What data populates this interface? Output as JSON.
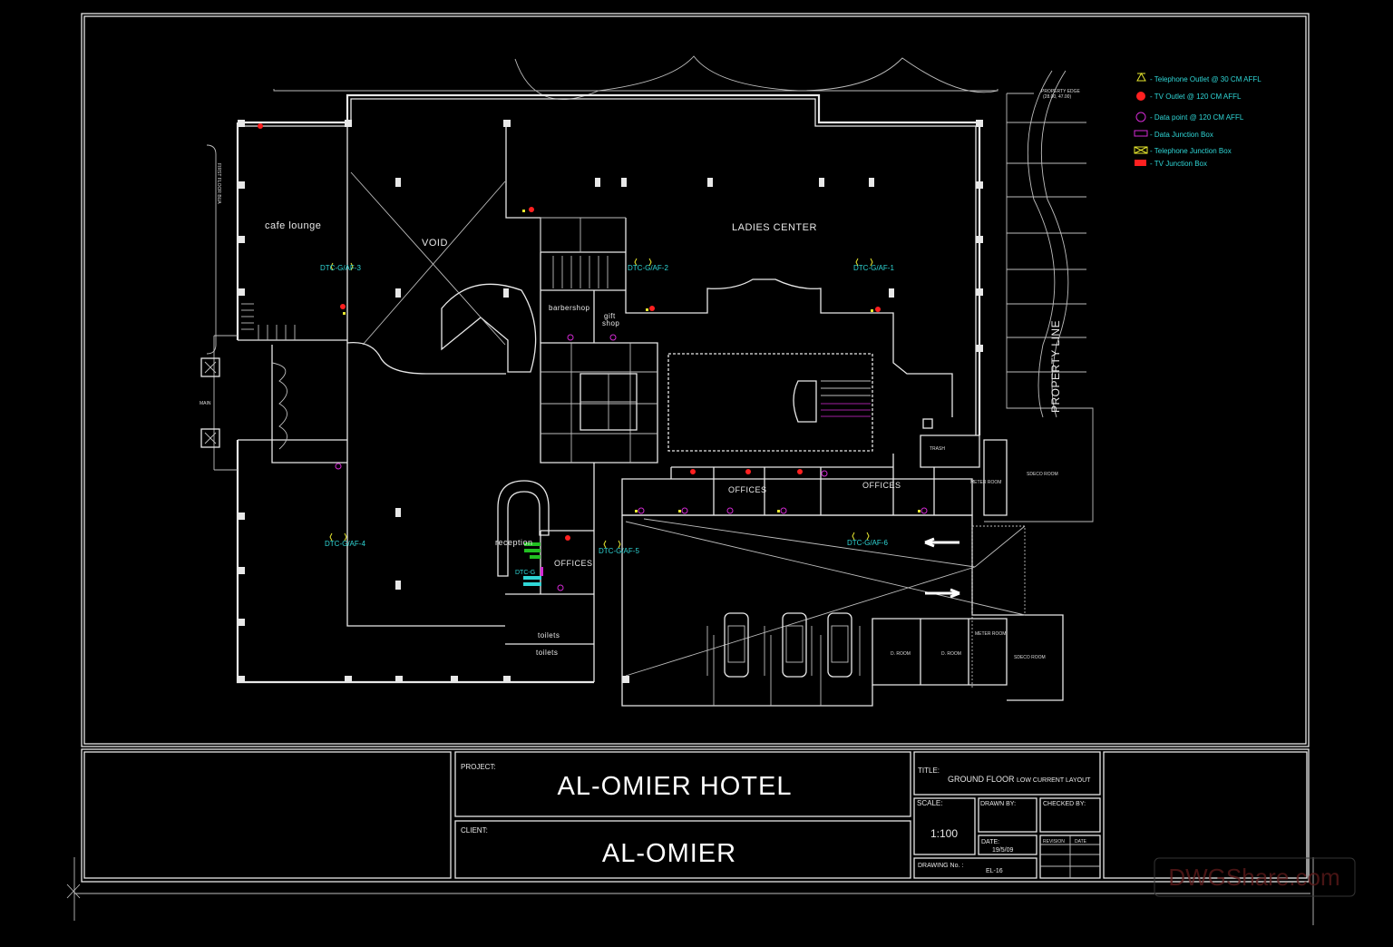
{
  "legend": {
    "items": [
      {
        "icon": "telephone-outlet-icon",
        "color": "#e6e62e",
        "label": "- Telephone Outlet @ 30 CM AFFL"
      },
      {
        "icon": "tv-outlet-icon",
        "color": "#ff2020",
        "label": "- TV Outlet @ 120 CM AFFL"
      },
      {
        "icon": "data-point-icon",
        "color": "#d42ad4",
        "label": "- Data point @ 120 CM AFFL"
      },
      {
        "icon": "data-junction-box-icon",
        "color": "#d42ad4",
        "label": "- Data  Junction Box"
      },
      {
        "icon": "telephone-junction-box-icon",
        "color": "#e6e62e",
        "label": "- Telephone Junction Box"
      },
      {
        "icon": "tv-junction-box-icon",
        "color": "#ff2020",
        "label": "- TV Junction Box"
      }
    ]
  },
  "plan": {
    "rooms": {
      "cafe_lounge": "cafe lounge",
      "void": "VOID",
      "ladies_center": "LADIES CENTER",
      "barbershop": "barbershop",
      "gift_shop_1": "gift",
      "gift_shop_2": "shop",
      "offices_1": "OFFICES",
      "offices_2": "OFFICES",
      "offices_3": "OFFICES",
      "reception": "reception",
      "toilets_1": "toilets",
      "toilets_2": "toilets",
      "trash": "TRASH",
      "meter_room_1": "METER ROOM",
      "meter_room_2": "METER ROOM",
      "sdeco_room_1": "SDECO ROOM",
      "sdeco_room_2": "SDECO ROOM",
      "d_room_1": "D. ROOM",
      "d_room_2": "D. ROOM",
      "main": "MAIN",
      "first_floor_bua": "FIRST FLOOR BUA",
      "property_line": "PROPERTY LINE",
      "property_edge": "PROPERTY EDGE",
      "property_edge_coords": "(28.00, 47.00)"
    },
    "dtc_labels": [
      "DTC-G/AF-3",
      "DTC-G/AF-2",
      "DTC-G/AF-1",
      "DTC-G/AF-4",
      "DTC-G/AF-5",
      "DTC-G/AF-6",
      "DTC-G"
    ]
  },
  "title_block": {
    "project_label": "PROJECT:",
    "project": "AL-OMIER HOTEL",
    "client_label": "CLIENT:",
    "client": "AL-OMIER",
    "title_label": "TITLE:",
    "title_main": "GROUND FLOOR",
    "title_sub": "LOW CURRENT LAYOUT",
    "scale_label": "SCALE:",
    "scale": "1:100",
    "drawn_by_label": "DRAWN BY:",
    "checked_by_label": "CHECKED BY:",
    "date_label": "DATE:",
    "date": "19/5/09",
    "revision_label": "REVISION",
    "rev_date_label": "DATE",
    "drawing_no_label": "DRAWING No. :",
    "drawing_no": "EL-16"
  },
  "watermark": "DWGShare.com",
  "colors": {
    "background": "#000000",
    "lines": "#e8e8e8",
    "annotation": "#2fd6d6",
    "tv": "#ff2020",
    "data": "#d42ad4",
    "telephone": "#e6e62e"
  }
}
